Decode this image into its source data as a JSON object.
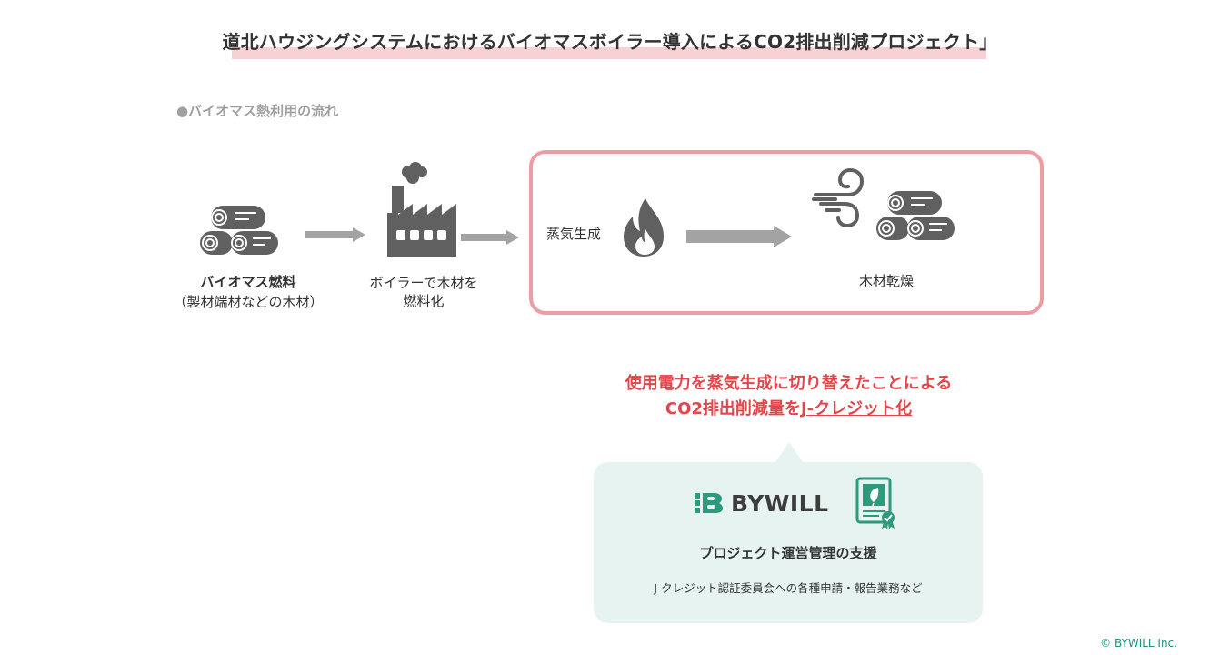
{
  "title": "道北ハウジングシステムにおけるバイオマスボイラー導入によるCO2排出削減プロジェクト」",
  "section_label": "●バイオマス熱利用の流れ",
  "steps": {
    "fuel_line1": "バイオマス燃料",
    "fuel_line2": "（製材端材などの木材）",
    "boiler_line1": "ボイラーで木材を",
    "boiler_line2": "燃料化",
    "steam": "蒸気生成",
    "drying": "木材乾燥"
  },
  "message": {
    "line1": "使用電力を蒸気生成に切り替えたことによる",
    "line2_prefix": "CO2排出削減量を",
    "line2_underlined": "J-クレジット化"
  },
  "support": {
    "brand": "BYWILL",
    "title": "プロジェクト運営管理の支援",
    "subtitle": "J-クレジット認証委員会への各種申請・報告業務など"
  },
  "copyright": "© BYWILL Inc.",
  "colors": {
    "highlight_border": "#ed9ca2",
    "title_underline": "#f7d1d3",
    "message_red": "#e3454a",
    "support_bg": "#e6f3f0",
    "icon_gray": "#606060",
    "arrow_gray": "#a3a3a3",
    "certificate_green": "#2d9a7e"
  },
  "icons": [
    "logs-icon",
    "factory-icon",
    "flame-icon",
    "wind-icon",
    "logs-icon",
    "bywill-logo-icon",
    "certificate-icon"
  ]
}
